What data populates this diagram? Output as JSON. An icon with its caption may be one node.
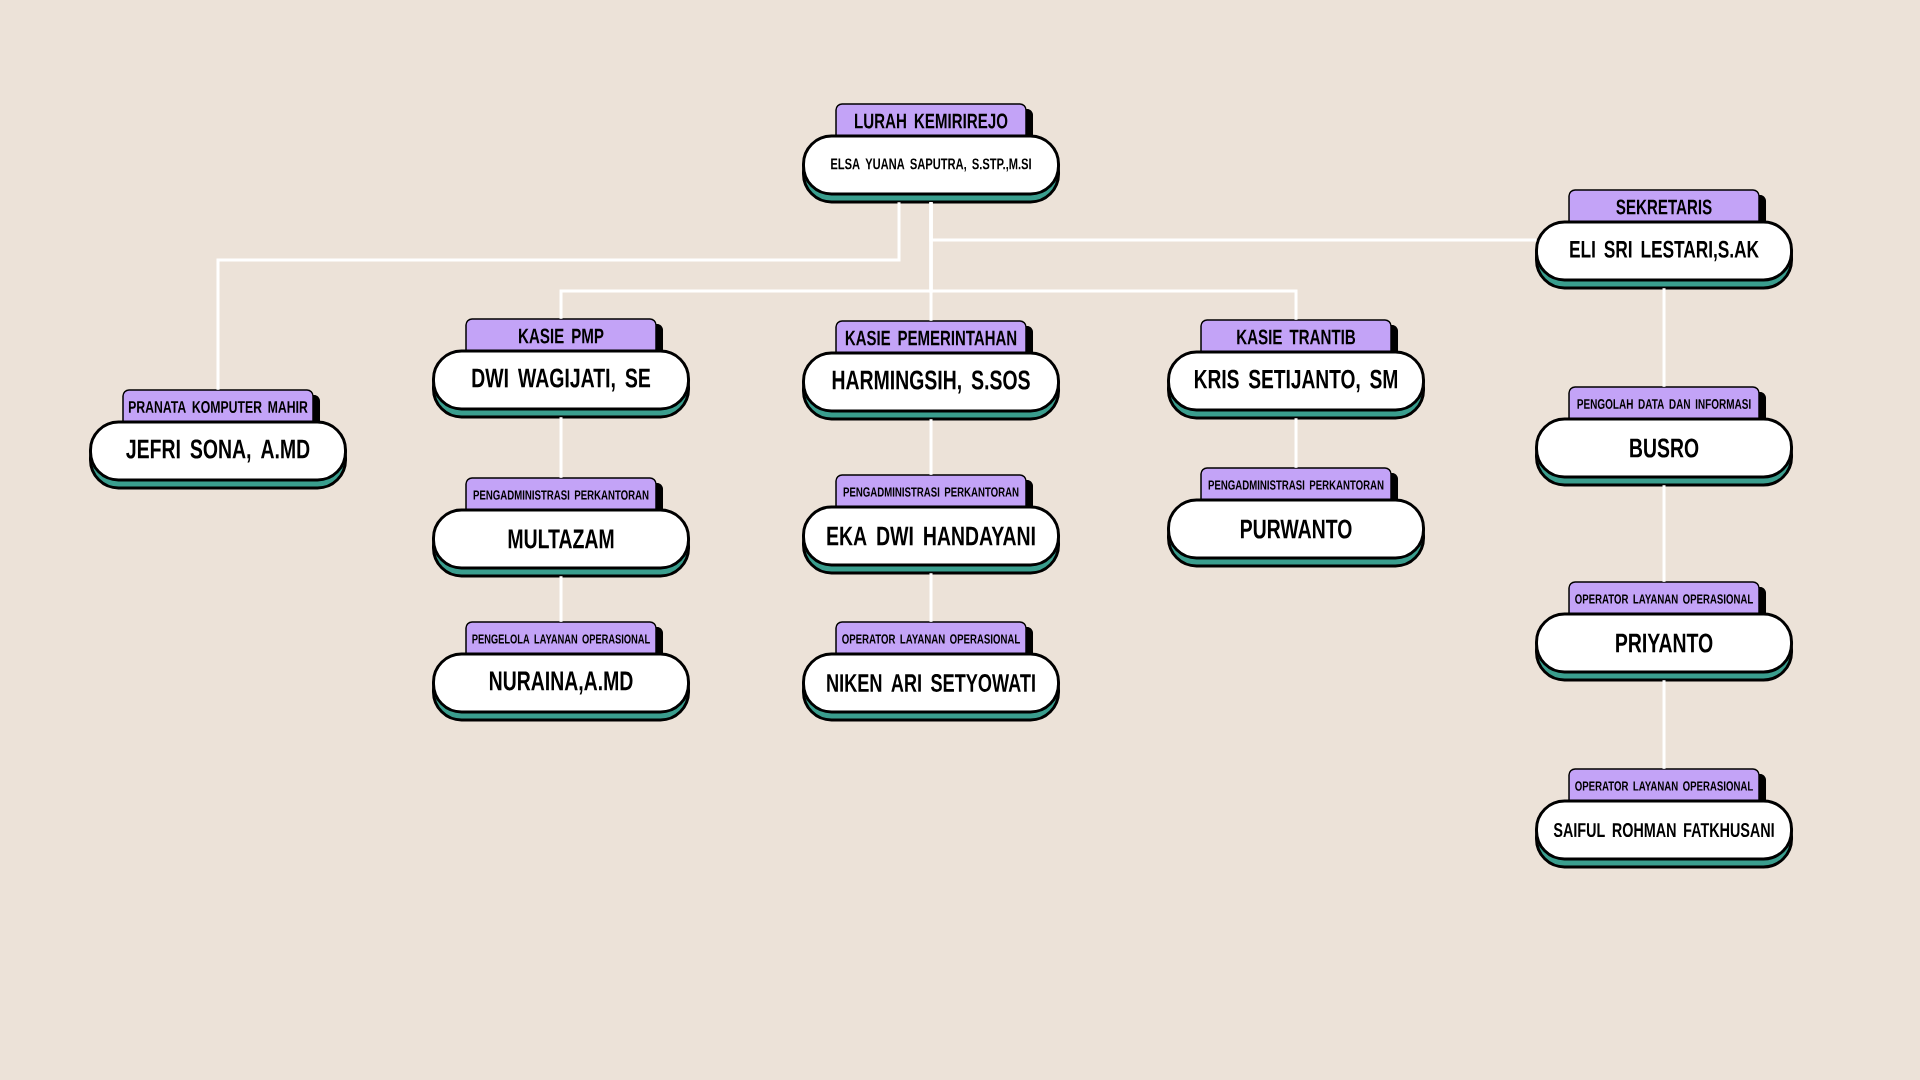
{
  "diagram": {
    "nodes": [
      {
        "text": [
          "LURAH KEMIRIREJO",
          "ELSA YUANA SAPUTRA, S.STP.,M.SI"
        ]
      },
      {
        "text": [
          "SEKRETARIS",
          "ELI SRI LESTARI,S.AK"
        ]
      },
      {
        "text": [
          "PRANATA KOMPUTER MAHIR",
          "JEFRI SONA, A.MD"
        ]
      },
      {
        "text": [
          "KASIE PMP",
          "DWI WAGIJATI, SE"
        ]
      },
      {
        "text": [
          "KASIE PEMERINTAHAN",
          "HARMINGSIH, S.SOS"
        ]
      },
      {
        "text": [
          "KASIE TRANTIB",
          "KRIS SETIJANTO, SM"
        ]
      },
      {
        "text": [
          "PENGOLAH DATA DAN INFORMASI",
          "BUSRO"
        ]
      },
      {
        "text": [
          "PENGADMINISTRASI PERKANTORAN",
          "MULTAZAM"
        ]
      },
      {
        "text": [
          "PENGADMINISTRASI PERKANTORAN",
          "EKA DWI HANDAYANI"
        ]
      },
      {
        "text": [
          "PENGADMINISTRASI PERKANTORAN",
          "PURWANTO"
        ]
      },
      {
        "text": [
          "PENGELOLA LAYANAN OPERASIONAL",
          "NURAINA,A.MD"
        ]
      },
      {
        "text": [
          "OPERATOR LAYANAN OPERASIONAL",
          "NIKEN ARI SETYOWATI"
        ]
      },
      {
        "text": [
          "OPERATOR LAYANAN OPERASIONAL",
          "PRIYANTO"
        ]
      },
      {
        "text": [
          "OPERATOR LAYANAN OPERASIONAL",
          "SAIFUL ROHMAN FATKHUSANI"
        ]
      }
    ],
    "edges": [
      {
        "from": 0,
        "to": 2,
        "arrow": "none"
      },
      {
        "from": 0,
        "to": 1,
        "arrow": "none"
      },
      {
        "from": 0,
        "to": 3,
        "arrow": "none"
      },
      {
        "from": 0,
        "to": 4,
        "arrow": "none"
      },
      {
        "from": 0,
        "to": 5,
        "arrow": "none"
      },
      {
        "from": 3,
        "to": 7,
        "arrow": "none"
      },
      {
        "from": 7,
        "to": 10,
        "arrow": "none"
      },
      {
        "from": 4,
        "to": 8,
        "arrow": "none"
      },
      {
        "from": 8,
        "to": 11,
        "arrow": "none"
      },
      {
        "from": 5,
        "to": 9,
        "arrow": "none"
      },
      {
        "from": 1,
        "to": 6,
        "arrow": "none"
      },
      {
        "from": 6,
        "to": 12,
        "arrow": "none"
      },
      {
        "from": 12,
        "to": 13,
        "arrow": "none"
      }
    ]
  }
}
